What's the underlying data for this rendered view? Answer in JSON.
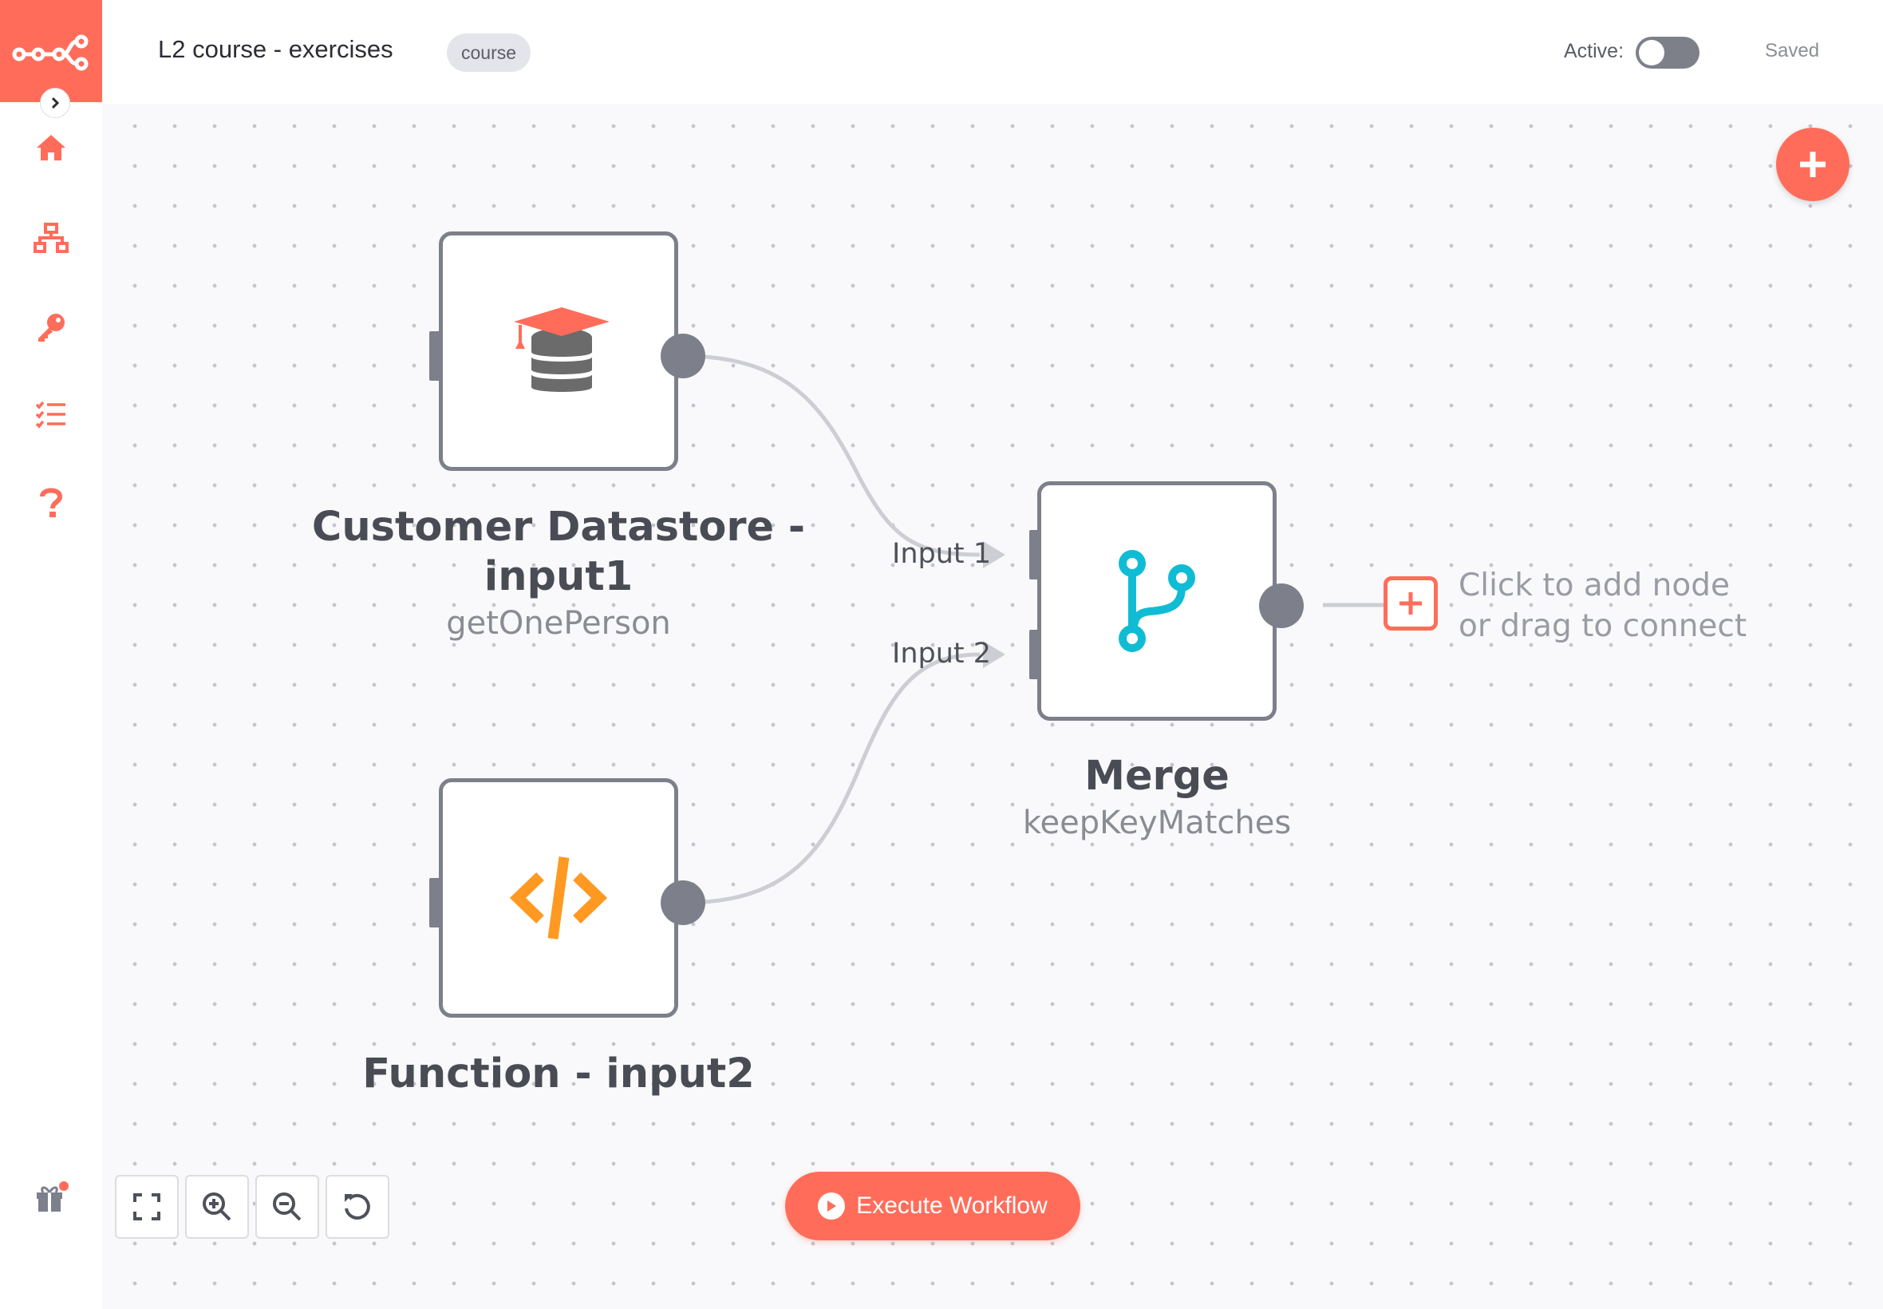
{
  "header": {
    "workflow_name": "L2 course - exercises",
    "tag": "course",
    "active_label": "Active:",
    "active": false,
    "saved_status": "Saved"
  },
  "sidebar": {
    "items": [
      {
        "icon": "home-icon"
      },
      {
        "icon": "workflows-icon"
      },
      {
        "icon": "key-icon"
      },
      {
        "icon": "executions-list-icon"
      },
      {
        "icon": "help-icon"
      },
      {
        "icon": "gift-icon"
      }
    ]
  },
  "nodes": {
    "customer_datastore": {
      "title_line1": "Customer Datastore -",
      "title_line2": "input1",
      "subtitle": "getOnePerson",
      "icon": "graduation-database-icon"
    },
    "function": {
      "title": "Function - input2",
      "icon": "code-icon"
    },
    "merge": {
      "title": "Merge",
      "subtitle": "keepKeyMatches",
      "icon": "merge-branch-icon"
    }
  },
  "inputs": {
    "input1": "Input 1",
    "input2": "Input 2"
  },
  "add_node_hint": {
    "line1": "Click to add node",
    "line2": "or drag to connect"
  },
  "execute_button": {
    "label": "Execute Workflow"
  },
  "zoom_controls": [
    "fit-view-icon",
    "zoom-in-icon",
    "zoom-out-icon",
    "reset-zoom-icon"
  ],
  "colors": {
    "accent": "#ff6d5a",
    "node_border": "#7d808b",
    "merge_icon": "#10bcd4",
    "function_icon": "#ff9922"
  }
}
